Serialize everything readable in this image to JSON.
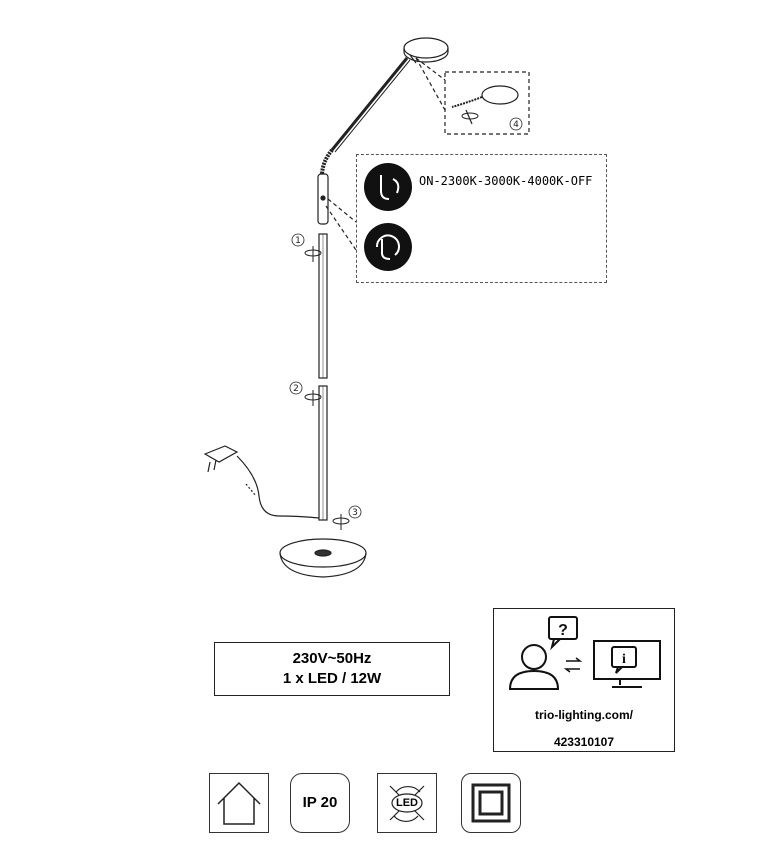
{
  "switch_label": "ON-2300K-3000K-4000K-OFF",
  "steps": [
    "1",
    "2",
    "3",
    "4"
  ],
  "specs": {
    "voltage": "230V~50Hz",
    "power": "1 x LED / 12W"
  },
  "info": {
    "url_line1": "trio-lighting.com/",
    "url_line2": "423310107"
  },
  "symbols": {
    "ip_rating": "IP 20",
    "led_label": "LED"
  },
  "icons": [
    "house-icon",
    "led-no-replace-icon",
    "class-2-icon",
    "person-icon",
    "monitor-icon",
    "question-bubble-icon",
    "info-bubble-icon",
    "exchange-arrows-icon",
    "rotate-arrow-icon"
  ]
}
